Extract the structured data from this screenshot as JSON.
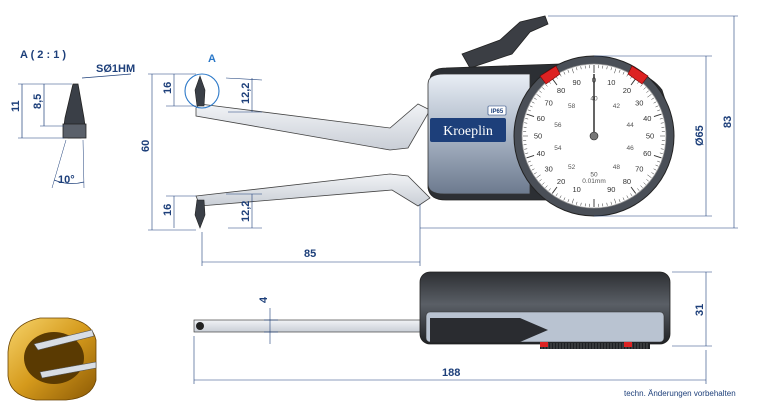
{
  "detail": {
    "title": "A ( 2 : 1 )",
    "tip_label": "SØ1HM",
    "dim_11": "11",
    "dim_8_5": "8,5",
    "angle": "10°"
  },
  "front": {
    "callout": "A",
    "dim_16_top": "16",
    "dim_12_2_top": "12,2",
    "dim_60": "60",
    "dim_16_bottom": "16",
    "dim_12_2_bottom": "12,2",
    "dim_85": "85",
    "dim_65": "Ø65",
    "dim_83": "83",
    "brand": "Kroeplin",
    "ip_badge": "IP65"
  },
  "dial": {
    "outer_numbers": [
      "10",
      "20",
      "30",
      "40",
      "50",
      "60",
      "70",
      "80",
      "90",
      "0",
      "10",
      "20",
      "30",
      "40",
      "50",
      "60",
      "70",
      "80",
      "90"
    ],
    "inner_numbers": [
      "40",
      "42",
      "44",
      "46",
      "48",
      "50",
      "52",
      "54",
      "56",
      "58"
    ],
    "unit": "0.01mm"
  },
  "side": {
    "dim_4": "4",
    "dim_31": "31",
    "dim_188": "188"
  },
  "footer": {
    "note": "techn. Änderungen vorbehalten"
  }
}
